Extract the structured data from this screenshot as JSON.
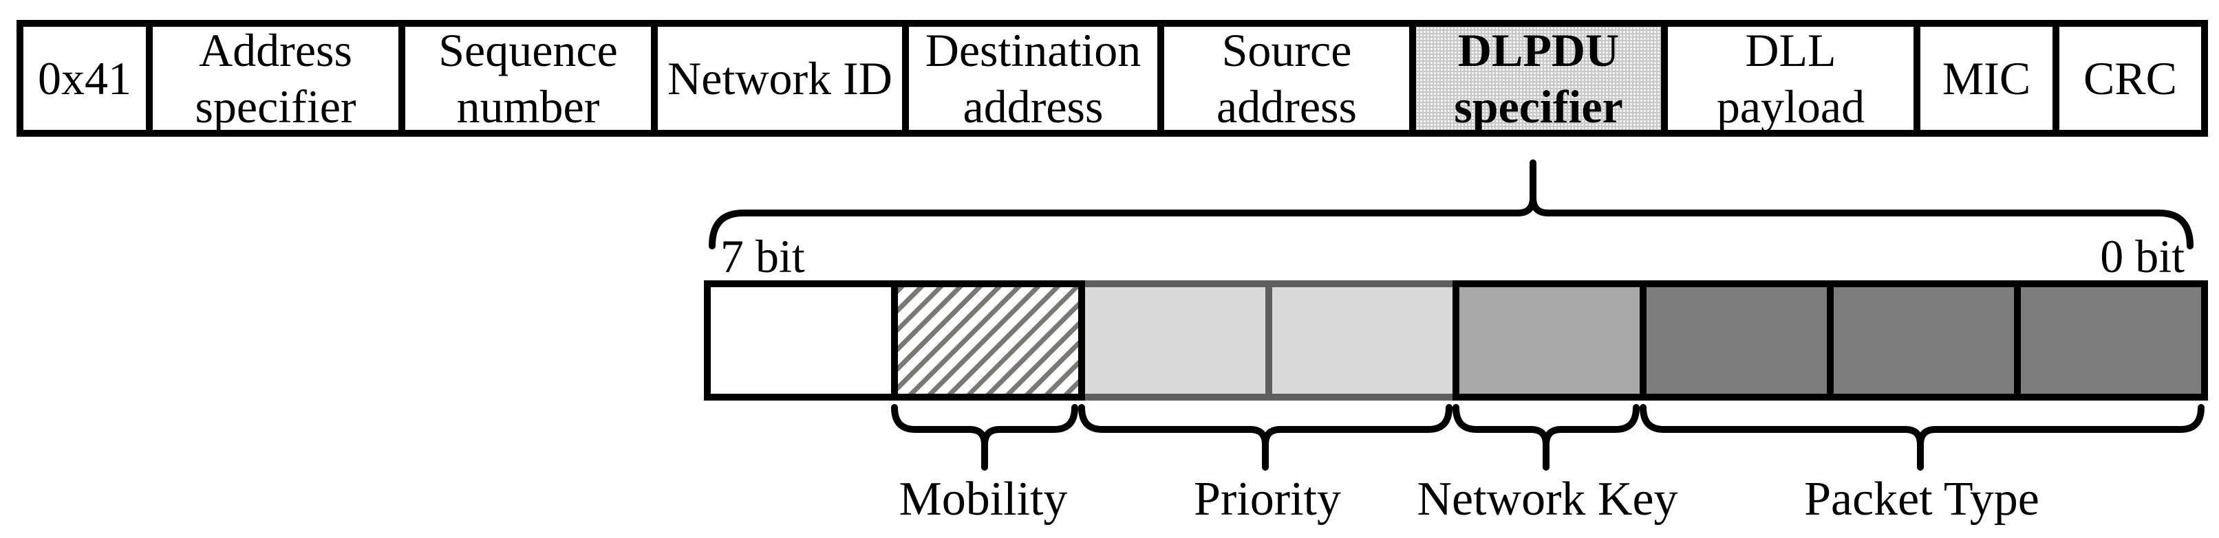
{
  "diagram": {
    "title": "DLPDU packet structure with expanded DLPDU specifier byte",
    "packet_fields": [
      {
        "label": "0x41",
        "highlighted": false
      },
      {
        "label": "Address\nspecifier",
        "highlighted": false
      },
      {
        "label": "Sequence\nnumber",
        "highlighted": false
      },
      {
        "label": "Network ID",
        "highlighted": false
      },
      {
        "label": "Destination\naddress",
        "highlighted": false
      },
      {
        "label": "Source\naddress",
        "highlighted": false
      },
      {
        "label": "DLPDU\nspecifier",
        "highlighted": true
      },
      {
        "label": "DLL\npayload",
        "highlighted": false
      },
      {
        "label": "MIC",
        "highlighted": false
      },
      {
        "label": "CRC",
        "highlighted": false
      }
    ],
    "expanded_field": "DLPDU specifier",
    "bitfield": {
      "msb_label": "7 bit",
      "lsb_label": "0 bit",
      "cells": [
        {
          "bit": 7,
          "style": "plain"
        },
        {
          "bit": 6,
          "style": "hatched"
        },
        {
          "bit": 5,
          "style": "light-gray"
        },
        {
          "bit": 4,
          "style": "light-gray"
        },
        {
          "bit": 3,
          "style": "medium-gray"
        },
        {
          "bit": 2,
          "style": "dark-gray"
        },
        {
          "bit": 1,
          "style": "dark-gray"
        },
        {
          "bit": 0,
          "style": "dark-gray"
        }
      ],
      "groups": [
        {
          "label": "Mobility",
          "bits": "6"
        },
        {
          "label": "Priority",
          "bits": "5-4"
        },
        {
          "label": "Network Key",
          "bits": "3"
        },
        {
          "label": "Packet Type",
          "bits": "2-0"
        }
      ]
    },
    "colors": {
      "light_gray": "#d9d9d9",
      "medium_gray": "#a9a9a9",
      "dark_gray": "#7d7d7d",
      "hatch_stripe": "#7b7772",
      "stipple_bg": "#c8c8c8",
      "border_gray": "#5f5f5f",
      "line": "#000000"
    }
  }
}
